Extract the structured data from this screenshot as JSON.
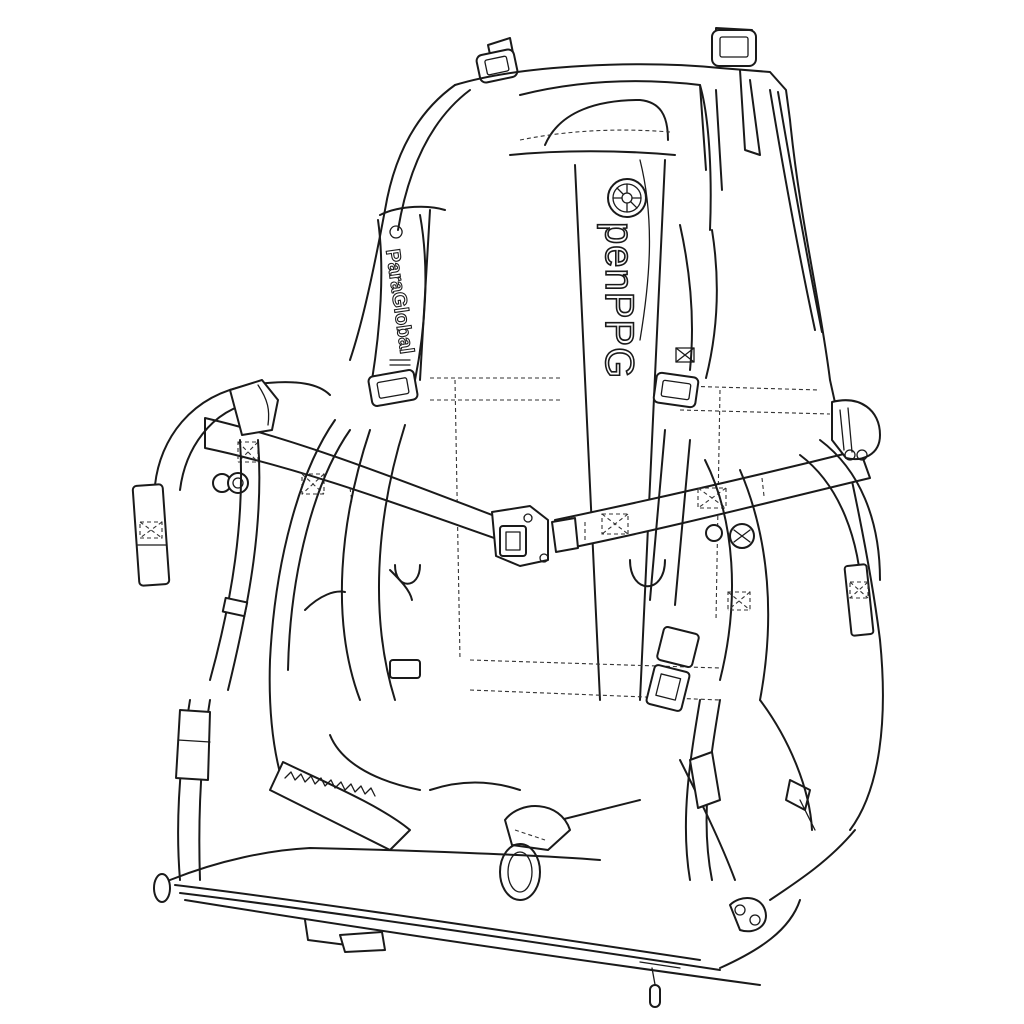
{
  "illustration": {
    "subject": "Paramotor harness backpack line drawing",
    "style": "black line art on white",
    "colors": {
      "line": "#1a1a1a",
      "background": "#ffffff"
    }
  },
  "logos": {
    "back_panel": {
      "emblem": "wheel-emblem",
      "text": "penPPG"
    },
    "left_strap": {
      "text": "ParaGlobal"
    }
  }
}
